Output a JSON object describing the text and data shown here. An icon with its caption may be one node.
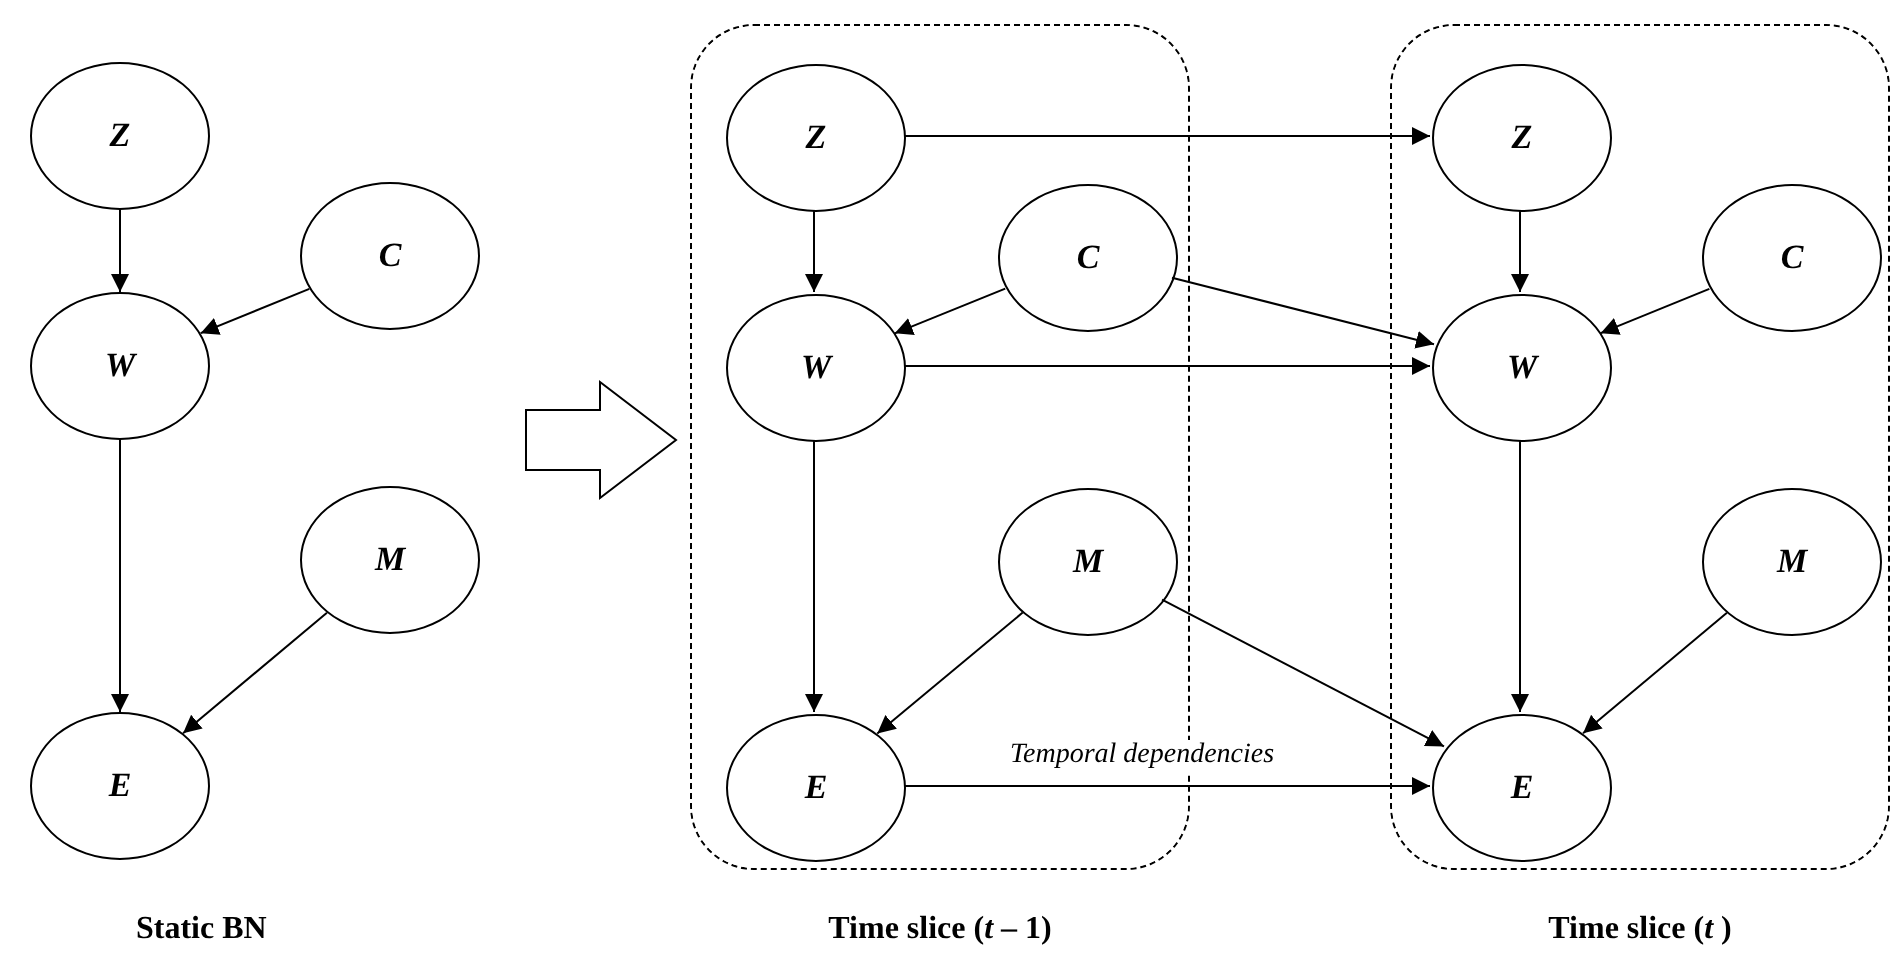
{
  "diagram": {
    "nodes": [
      {
        "text": [
          "Z"
        ]
      },
      {
        "text": [
          "C"
        ]
      },
      {
        "text": [
          "W"
        ]
      },
      {
        "text": [
          "M"
        ]
      },
      {
        "text": [
          "E"
        ]
      },
      {
        "text": [
          "Time slice (*t* – 1)"
        ]
      },
      {
        "text": [
          "Z"
        ],
        "in": 5
      },
      {
        "text": [
          "C"
        ],
        "in": 5
      },
      {
        "text": [
          "W"
        ],
        "in": 5
      },
      {
        "text": [
          "M"
        ],
        "in": 5
      },
      {
        "text": [
          "E"
        ],
        "in": 5
      },
      {
        "text": [
          "Time slice (*t* )"
        ]
      },
      {
        "text": [
          "Z"
        ],
        "in": 11
      },
      {
        "text": [
          "C"
        ],
        "in": 11
      },
      {
        "text": [
          "W"
        ],
        "in": 11
      },
      {
        "text": [
          "M"
        ],
        "in": 11
      },
      {
        "text": [
          "E"
        ],
        "in": 11
      }
    ],
    "edges": [
      {
        "from": 0,
        "to": 2,
        "arrow": "to"
      },
      {
        "from": 1,
        "to": 2,
        "arrow": "to"
      },
      {
        "from": 2,
        "to": 4,
        "arrow": "to"
      },
      {
        "from": 3,
        "to": 4,
        "arrow": "to"
      },
      {
        "from": 6,
        "to": 8,
        "arrow": "to"
      },
      {
        "from": 7,
        "to": 8,
        "arrow": "to"
      },
      {
        "from": 8,
        "to": 10,
        "arrow": "to"
      },
      {
        "from": 9,
        "to": 10,
        "arrow": "to"
      },
      {
        "from": 12,
        "to": 14,
        "arrow": "to"
      },
      {
        "from": 13,
        "to": 14,
        "arrow": "to"
      },
      {
        "from": 14,
        "to": 16,
        "arrow": "to"
      },
      {
        "from": 15,
        "to": 16,
        "arrow": "to"
      },
      {
        "from": 6,
        "to": 12,
        "arrow": "to"
      },
      {
        "from": 7,
        "to": 14,
        "arrow": "to"
      },
      {
        "from": 8,
        "to": 14,
        "arrow": "to"
      },
      {
        "from": 9,
        "to": 16,
        "arrow": "to"
      },
      {
        "from": 10,
        "to": 16,
        "arrow": "to"
      }
    ],
    "labels": [
      "Temporal dependencies",
      "Static BN"
    ]
  }
}
